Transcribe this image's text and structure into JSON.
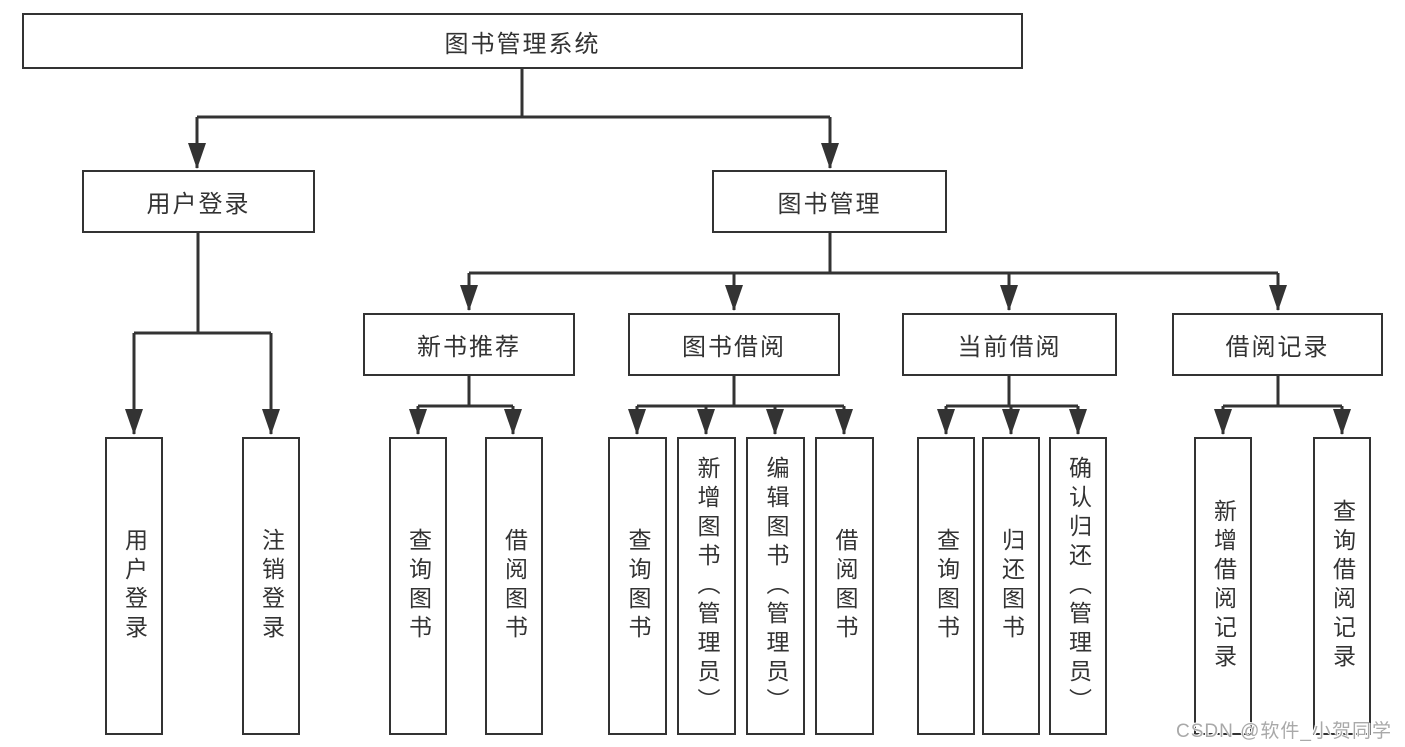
{
  "diagram": {
    "root": {
      "label": "图书管理系统"
    },
    "level2": [
      {
        "label": "用户登录"
      },
      {
        "label": "图书管理"
      }
    ],
    "level3": [
      {
        "label": "新书推荐"
      },
      {
        "label": "图书借阅"
      },
      {
        "label": "当前借阅"
      },
      {
        "label": "借阅记录"
      }
    ],
    "leaves": [
      {
        "label": "用户登录"
      },
      {
        "label": "注销登录"
      },
      {
        "label": "查询图书"
      },
      {
        "label": "借阅图书"
      },
      {
        "label": "查询图书"
      },
      {
        "label": "新增图书（管理员）"
      },
      {
        "label": "编辑图书（管理员）"
      },
      {
        "label": "借阅图书"
      },
      {
        "label": "查询图书"
      },
      {
        "label": "归还图书"
      },
      {
        "label": "确认归还（管理员）"
      },
      {
        "label": "新增借阅记录"
      },
      {
        "label": "查询借阅记录"
      }
    ]
  },
  "watermark": {
    "text": "CSDN @软件_小贺同学"
  },
  "colors": {
    "line": "#333333",
    "box_border": "#333333",
    "text": "#333333",
    "background": "#ffffff",
    "watermark": "#a9a9a9"
  }
}
